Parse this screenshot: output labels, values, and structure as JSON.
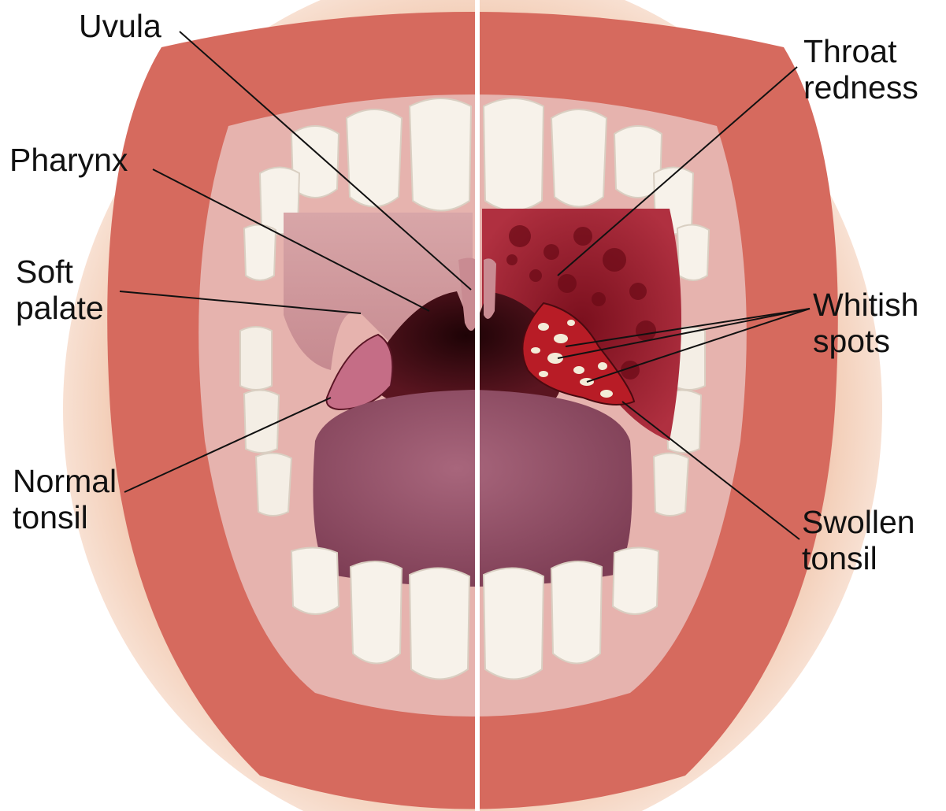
{
  "labels": {
    "uvula": "Uvula",
    "pharynx": "Pharynx",
    "soft_palate": [
      "Soft",
      "palate"
    ],
    "normal_tonsil": [
      "Normal",
      "tonsil"
    ],
    "throat_redness": [
      "Throat",
      "redness"
    ],
    "whitish_spots": [
      "Whitish",
      "spots"
    ],
    "swollen_tonsil": [
      "Swollen",
      "tonsil"
    ]
  },
  "colors": {
    "lips": "#d9665a",
    "gum": "#e8b4b0",
    "teeth": "#f6f1ea",
    "tongue": "#9c5a70",
    "throat_dark": "#3a0b12",
    "redness": "#8e1525",
    "spots": "#f3ecd8",
    "divider": "#ffffff",
    "leader_line": "#111111"
  },
  "icons": {
    "divider": "vertical-divider-line"
  }
}
